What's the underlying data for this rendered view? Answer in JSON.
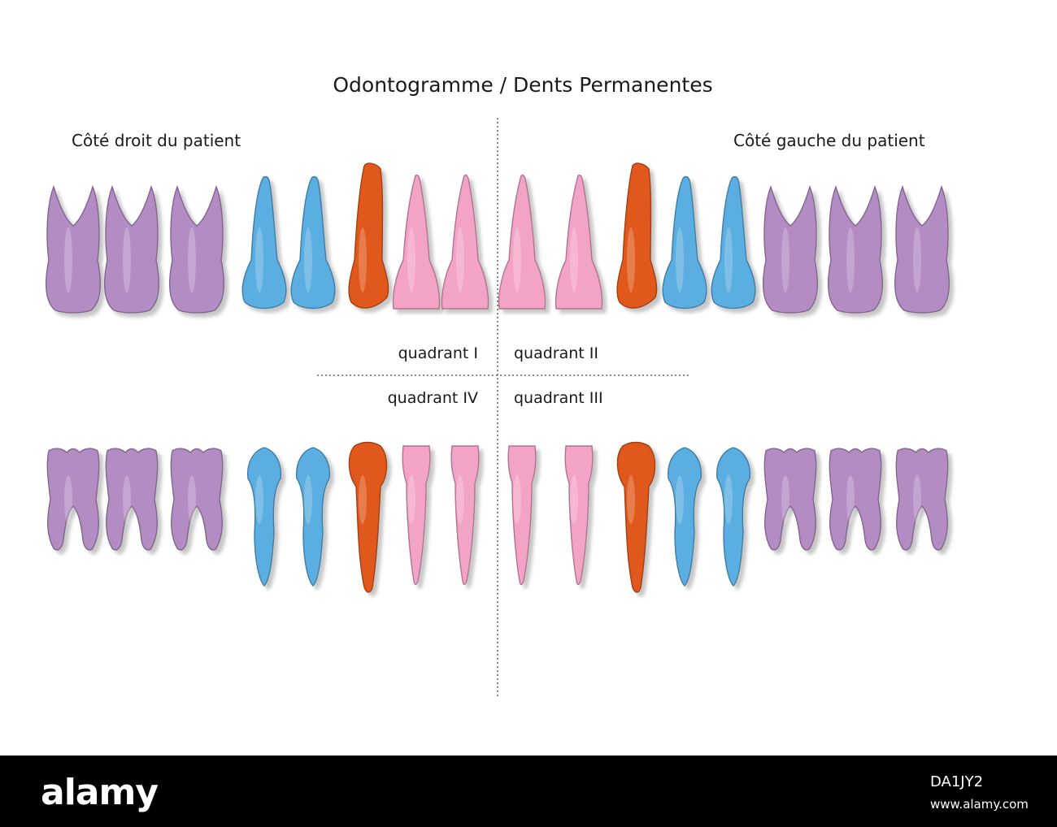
{
  "title": "Odontogramme / Dents Permanentes",
  "labels": {
    "patient_right": "Côté droit du patient",
    "patient_left": "Côté gauche du patient",
    "quadrant_1": "quadrant I",
    "quadrant_2": "quadrant II",
    "quadrant_3": "quadrant III",
    "quadrant_4": "quadrant IV"
  },
  "colors": {
    "molar": "#b48cc4",
    "premolar": "#5aaee2",
    "canine": "#e0581a",
    "incisor": "#f2a3c6"
  },
  "upper_row": [
    "molar",
    "molar",
    "molar",
    "premolar",
    "premolar",
    "canine",
    "incisor",
    "incisor",
    "incisor",
    "incisor",
    "canine",
    "premolar",
    "premolar",
    "molar",
    "molar",
    "molar"
  ],
  "lower_row": [
    "molar",
    "molar",
    "molar",
    "premolar",
    "premolar",
    "canine",
    "incisor",
    "incisor",
    "incisor",
    "incisor",
    "canine",
    "premolar",
    "premolar",
    "molar",
    "molar",
    "molar"
  ],
  "footer": {
    "logo": "alamy",
    "image_id": "DA1JY2",
    "url": "www.alamy.com"
  }
}
